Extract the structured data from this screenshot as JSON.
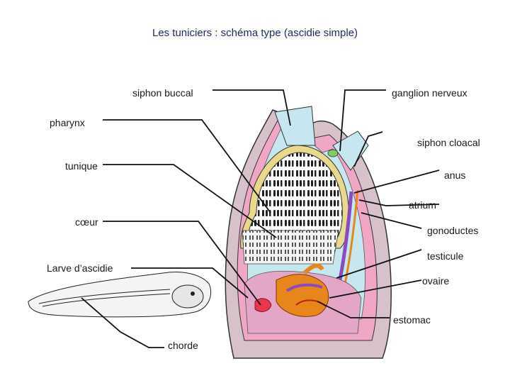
{
  "title": "Les tuniciers : schéma type (ascidie simple)",
  "labels": {
    "siphon_buccal": "siphon buccal",
    "ganglion_nerveux": "ganglion nerveux",
    "pharynx": "pharynx",
    "siphon_cloacal": "siphon cloacal",
    "tunique": "tunique",
    "anus": "anus",
    "atrium": "atrium",
    "coeur": "cœur",
    "gonoductes": "gonoductes",
    "testicule": "testicule",
    "larve": "Larve d’ascidie",
    "ovaire": "ovaire",
    "estomac": "estomac",
    "chorde": "chorde"
  },
  "colors": {
    "tunic": "#d7c2cc",
    "mantle": "#f0a7c6",
    "water": "#c6e7f0",
    "pharynx_wall": "#e9d98c",
    "gut": "#e7861b",
    "gonoduct": "#8a4bc2",
    "heart": "#e8374e",
    "ganglion": "#7fcb6a"
  }
}
